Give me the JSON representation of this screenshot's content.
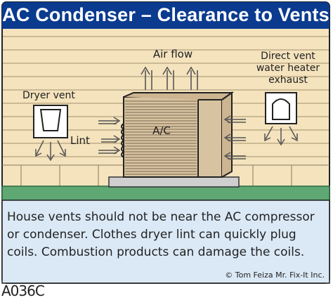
{
  "title": "AC Condenser – Clearance to Vents",
  "labels": {
    "air_flow": "Air flow",
    "direct_vent_line1": "Direct vent",
    "direct_vent_line2": "water heater",
    "direct_vent_line3": "exhaust",
    "dryer_vent": "Dryer vent",
    "lint": "Lint",
    "ac": "A/C"
  },
  "caption": {
    "line1": "House vents should not be near the AC compressor",
    "line2": "or condenser. Clothes dryer lint can quickly plug",
    "line3": "coils. Combustion products can damage the coils."
  },
  "credit": "© Tom Feiza Mr. Fix-It Inc.",
  "code": "A036C",
  "colors": {
    "title_bg": "#0b3b8f",
    "siding": "#f4e3bd",
    "siding_lines": "#b3a07e",
    "grass": "#5fa874",
    "caption_bg": "#dbe9f6",
    "unit": "#d8c3a0"
  }
}
